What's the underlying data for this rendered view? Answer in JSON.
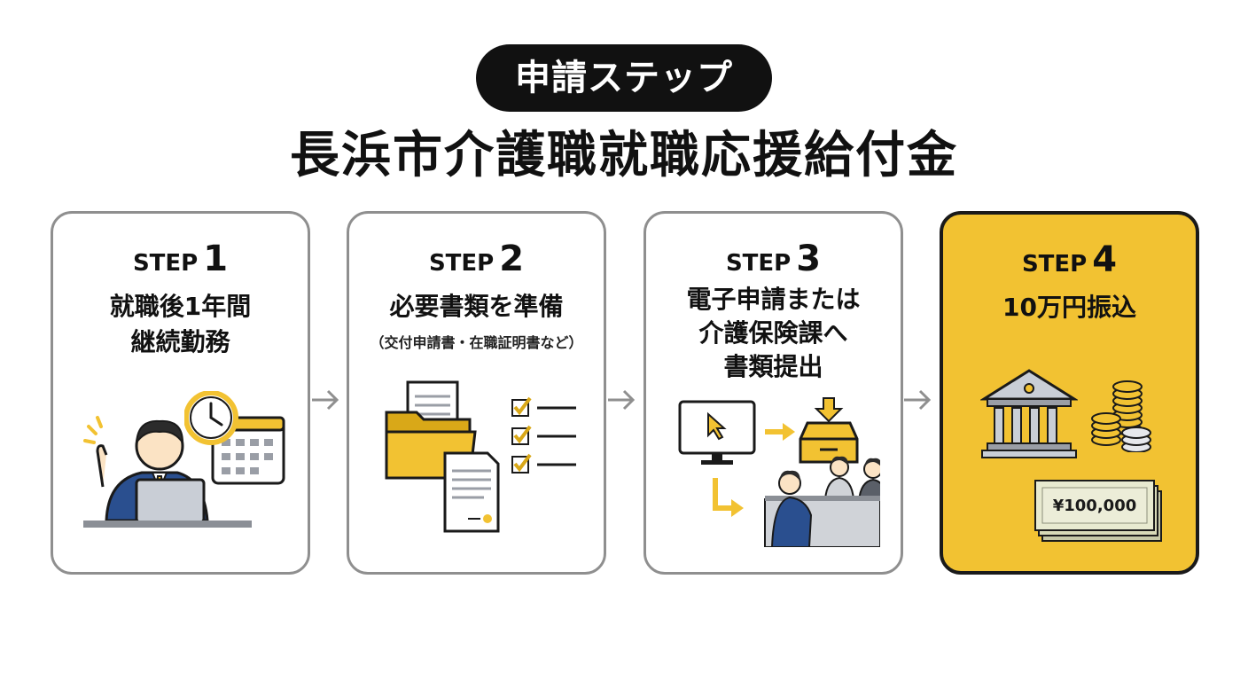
{
  "header": {
    "badge": "申請ステップ",
    "title": "長浜市介護職就職応援給付金"
  },
  "steps": [
    {
      "word": "STEP",
      "number": "1",
      "line1": "就職後1年間",
      "line2": "継続勤務"
    },
    {
      "word": "STEP",
      "number": "2",
      "line1": "必要書類を準備",
      "note": "（交付申請書・在職証明書など）"
    },
    {
      "word": "STEP",
      "number": "3",
      "line1": "電子申請または",
      "line2": "介護保険課へ",
      "line3": "書類提出"
    },
    {
      "word": "STEP",
      "number": "4",
      "line1": "10万円振込",
      "amount": "¥100,000"
    }
  ],
  "colors": {
    "accent": "#f2c232",
    "dark": "#111111",
    "border": "#8f8f8f",
    "suit": "#2a4f8f"
  },
  "icons": [
    "person-at-laptop-icon",
    "clock-icon",
    "calendar-icon",
    "folder-icon",
    "document-icon",
    "checklist-icon",
    "monitor-cursor-icon",
    "inbox-tray-icon",
    "service-counter-icon",
    "bank-icon",
    "coin-stack-icon",
    "banknote-icon"
  ]
}
